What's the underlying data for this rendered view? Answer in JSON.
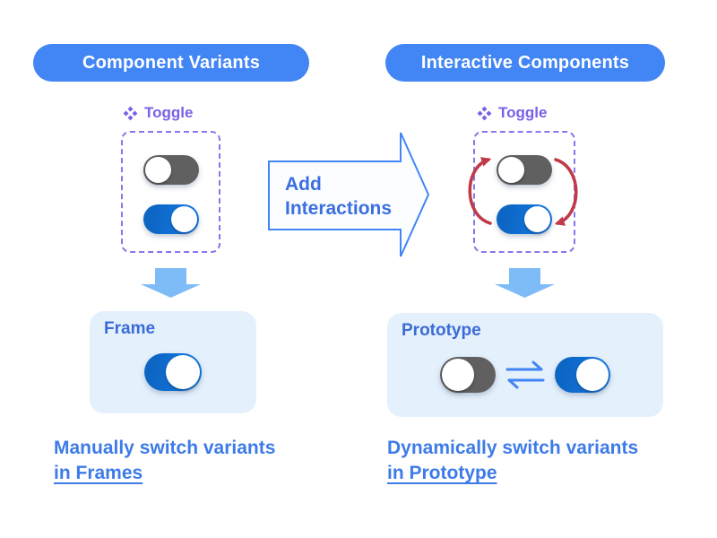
{
  "left": {
    "header": "Component Variants",
    "component": {
      "label": "Toggle",
      "toggles": [
        {
          "state": "off"
        },
        {
          "state": "on"
        }
      ]
    },
    "frame": {
      "label": "Frame",
      "toggle": {
        "state": "on"
      }
    },
    "caption": {
      "line1": "Manually switch variants",
      "line2": "in Frames"
    }
  },
  "right": {
    "header": "Interactive Components",
    "component": {
      "label": "Toggle",
      "toggles": [
        {
          "state": "off"
        },
        {
          "state": "on"
        }
      ]
    },
    "prototype": {
      "label": "Prototype",
      "toggles": [
        {
          "state": "off"
        },
        {
          "state": "on"
        }
      ]
    },
    "caption": {
      "line1": "Dynamically switch variants",
      "line2": "in Prototype"
    }
  },
  "middle_arrow": {
    "line1": "Add",
    "line2": "Interactions"
  },
  "icons": {
    "component": "figma-component-four-diamonds",
    "cycle": "red-circular-swap-arrows",
    "swap": "blue-bidirectional-arrows",
    "down": "blue-block-down-arrow"
  },
  "colors": {
    "header_bg": "#4285F4",
    "header_text": "#FFFFFF",
    "component_purple": "#7A5FE8",
    "dashed_border": "#8677EC",
    "toggle_on_blue": "#1273DB",
    "toggle_off_gray": "#606060",
    "cycle_arrow_red": "#C03A48",
    "down_arrow_blue": "#7EBCF7",
    "panel_bg": "#E4F0FC",
    "panel_label_blue": "#3A6BD6",
    "caption_blue": "#3D7BE8",
    "big_arrow_outline": "#4285F4",
    "big_arrow_fill": "#FBFDFF"
  }
}
